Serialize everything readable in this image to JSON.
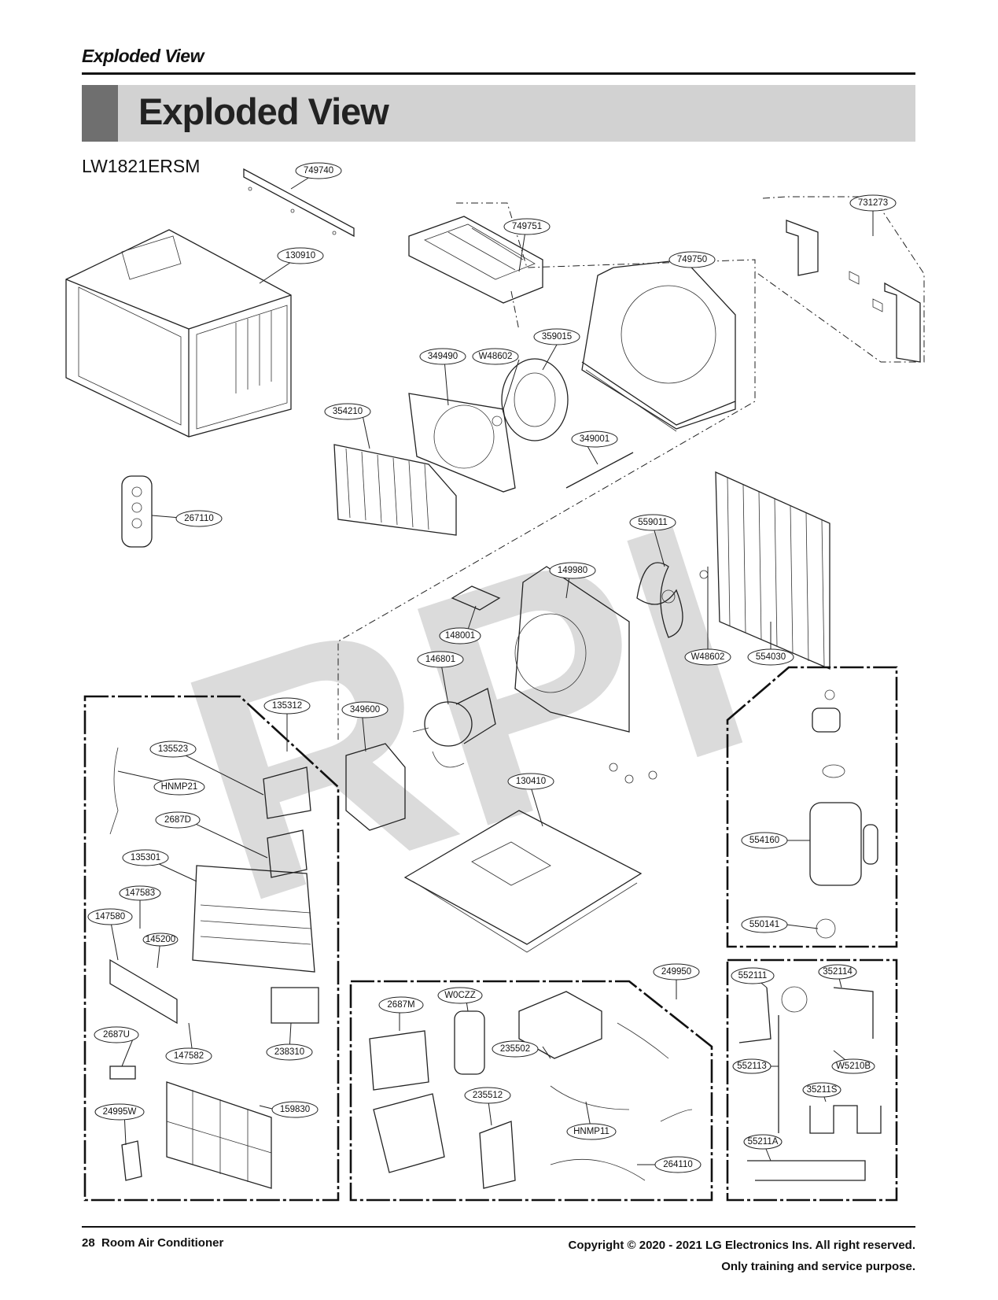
{
  "header": {
    "running_title": "Exploded View",
    "section_title": "Exploded View",
    "model": "LW1821ERSM"
  },
  "watermark": "RPI",
  "part_labels": [
    "749740",
    "749751",
    "731273",
    "130910",
    "749750",
    "359015",
    "349490",
    "W48602",
    "354210",
    "349001",
    "267110",
    "559011",
    "149980",
    "148001",
    "146801",
    "W48602",
    "554030",
    "135312",
    "349600",
    "135523",
    "HNMP21",
    "130410",
    "2687D",
    "554160",
    "135301",
    "147583",
    "147580",
    "145200",
    "550141",
    "249950",
    "552111",
    "352114",
    "W0CZZ",
    "2687M",
    "235502",
    "552113",
    "W5210B",
    "2687U",
    "147582",
    "238310",
    "235512",
    "35211S",
    "24995W",
    "159830",
    "HNMP11",
    "55211A",
    "264110"
  ],
  "footer": {
    "page": "28",
    "manual": "Room Air Conditioner",
    "copyright": "Copyright © 2020 - 2021 LG Electronics Ins. All right reserved.",
    "notice": "Only training and service purpose."
  }
}
